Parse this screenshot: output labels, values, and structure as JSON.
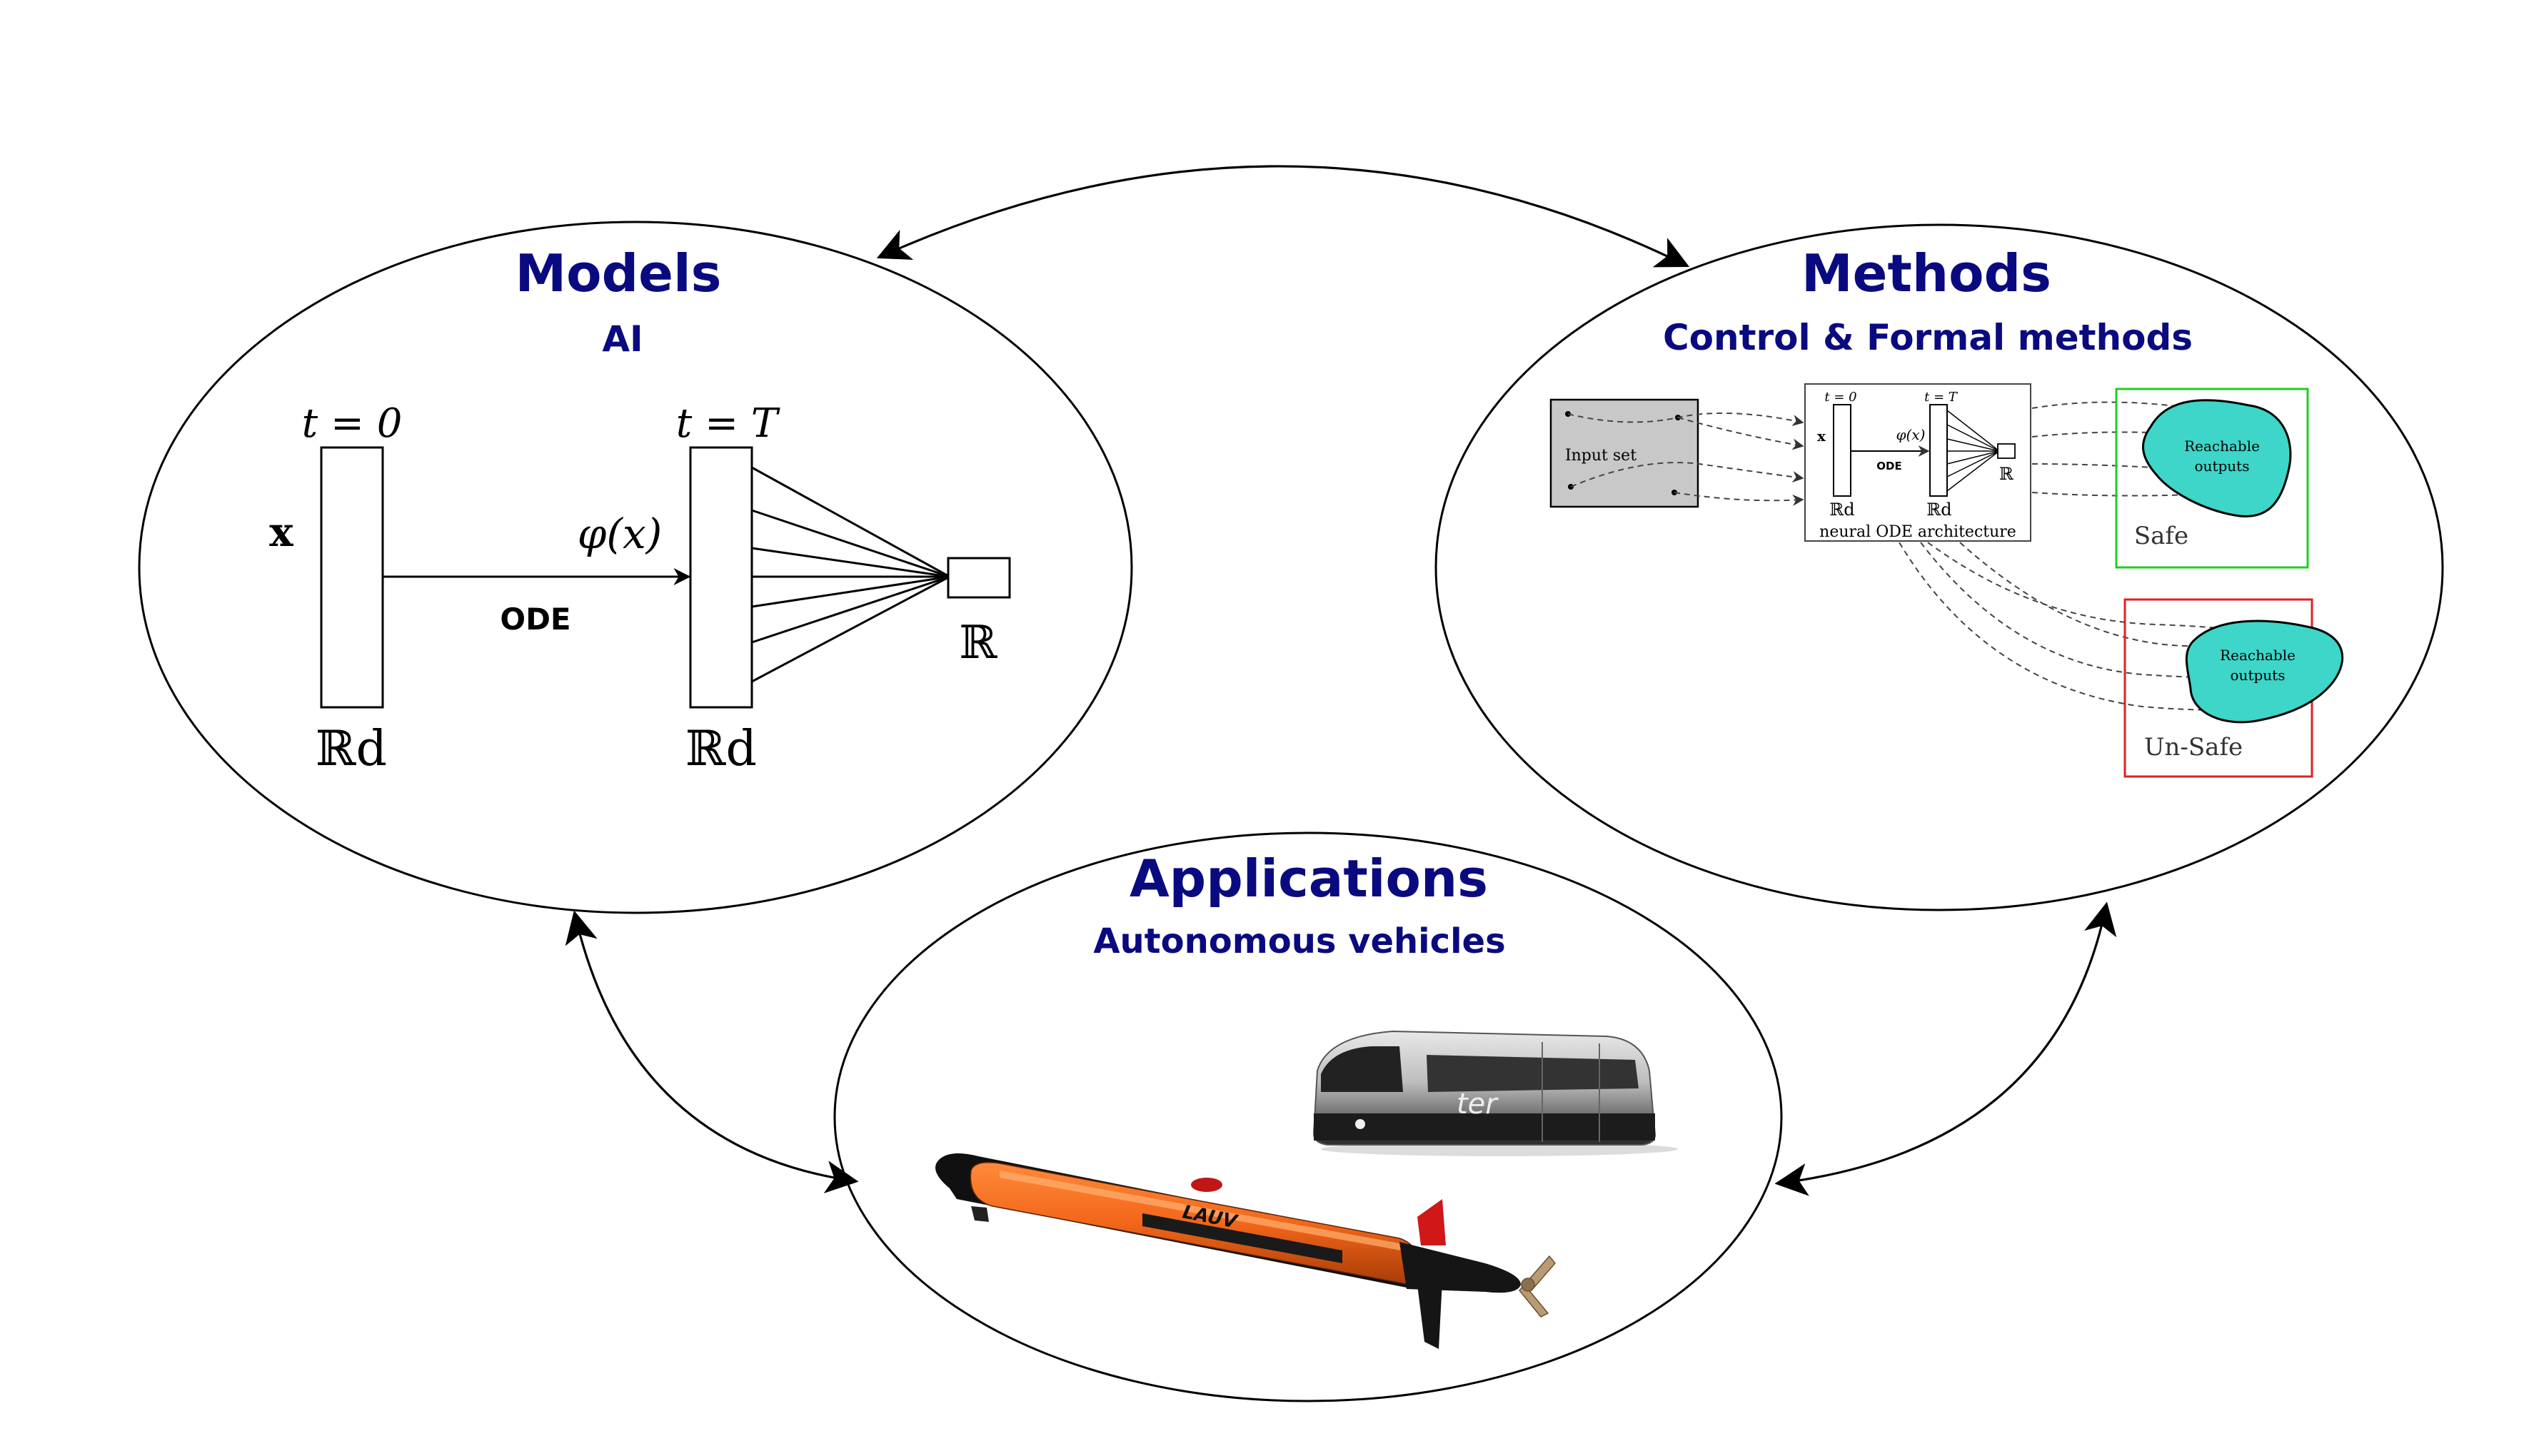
{
  "models": {
    "title": "Models",
    "subtitle": "AI",
    "t0": "t = 0",
    "tT": "t = T",
    "x": "x",
    "phi": "φ(x)",
    "ode": "ODE",
    "rd_left": "ℝd",
    "rd_right": "ℝd",
    "r": "ℝ"
  },
  "methods": {
    "title": "Methods",
    "subtitle": "Control & Formal methods",
    "input_set": "Input set",
    "t0": "t = 0",
    "tT": "t = T",
    "x": "x",
    "phi": "φ(x)",
    "ode": "ODE",
    "rd_left": "ℝd",
    "rd_right": "ℝd",
    "r": "ℝ",
    "arch_caption": "neural ODE architecture",
    "reach_safe": [
      "Reachable",
      "outputs"
    ],
    "reach_unsafe": [
      "Reachable",
      "outputs"
    ],
    "safe_label": "Safe",
    "unsafe_label": "Un-Safe",
    "safe_color": "#22cc22",
    "unsafe_color": "#dd2222",
    "reach_fill": "#3dd6c8"
  },
  "applications": {
    "title": "Applications",
    "subtitle": "Autonomous vehicles",
    "train_logo": "ter",
    "auv_logo": "LAUV"
  },
  "colors": {
    "title": "#0a0a80",
    "line": "#000000",
    "input_box": "#c8c8c8"
  }
}
